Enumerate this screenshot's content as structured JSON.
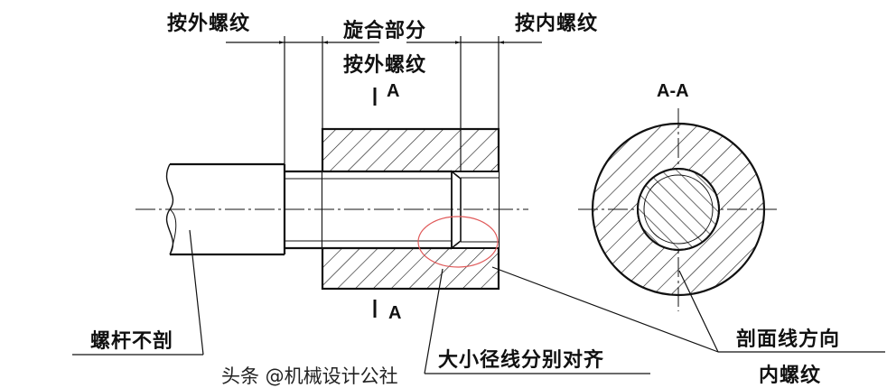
{
  "labels": {
    "external_thread_left": "按外螺纹",
    "engaged_part": "旋合部分",
    "engaged_external": "按外螺纹",
    "internal_thread": "按内螺纹",
    "section_mark_top": "A",
    "section_mark_bottom": "A",
    "section_view_title": "A-A",
    "bolt_not_sectioned": "螺杆不剖",
    "diameters_aligned": "大小径线分别对齐",
    "hatch_direction": "剖面线方向",
    "hatch_direction_2": "内螺纹"
  },
  "watermark": "头条 @机械设计公社",
  "colors": {
    "line": "#111111",
    "highlight": "#e05a5a"
  }
}
